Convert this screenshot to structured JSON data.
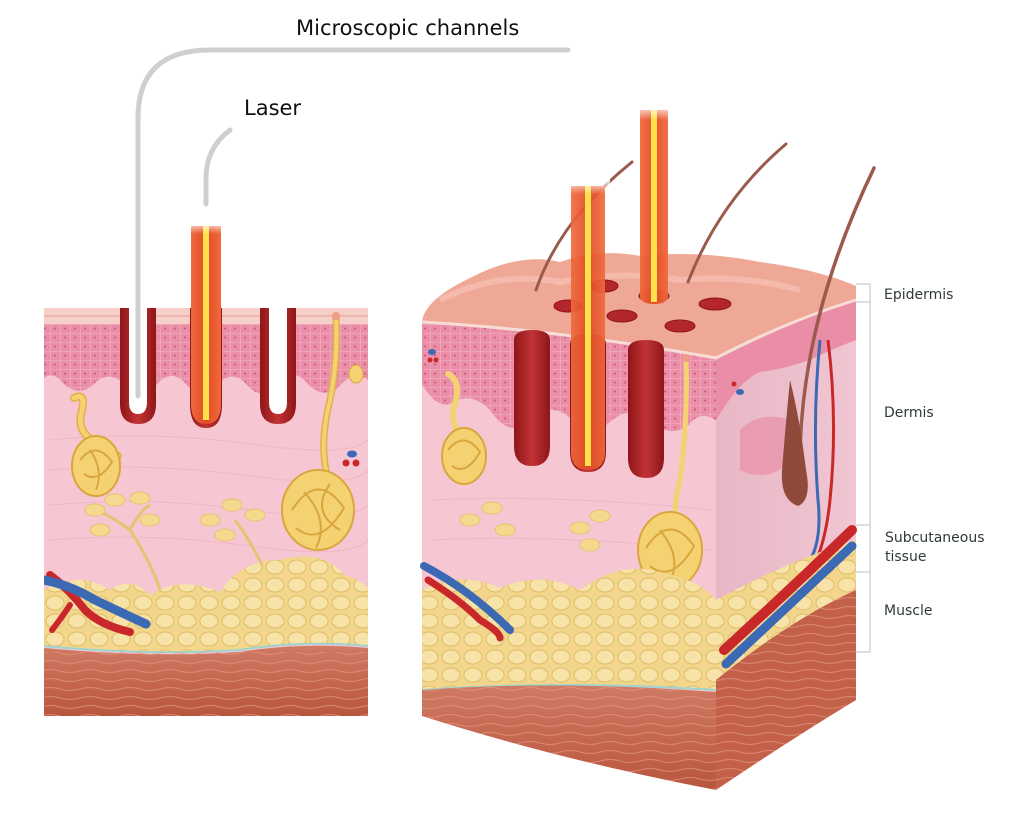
{
  "callouts": {
    "channels": "Microscopic channels",
    "laser": "Laser"
  },
  "layers": [
    {
      "id": "epidermis",
      "label": "Epidermis"
    },
    {
      "id": "dermis",
      "label": "Dermis"
    },
    {
      "id": "subcutaneous",
      "label_line1": "Subcutaneous",
      "label_line2": "tissue"
    },
    {
      "id": "muscle",
      "label": "Muscle"
    }
  ],
  "colors": {
    "epidermis": "#e98aa5",
    "dermis": "#f6c6d2",
    "fat": "#f3d88f",
    "muscle": "#c96a55",
    "channel": "#a81e22",
    "laser": "#e9502c",
    "laser_core": "#ffe14a",
    "vein": "#3b69b4",
    "artery": "#c9282b",
    "leader": "#cfcfcf",
    "bracket": "#b9c0c0"
  }
}
